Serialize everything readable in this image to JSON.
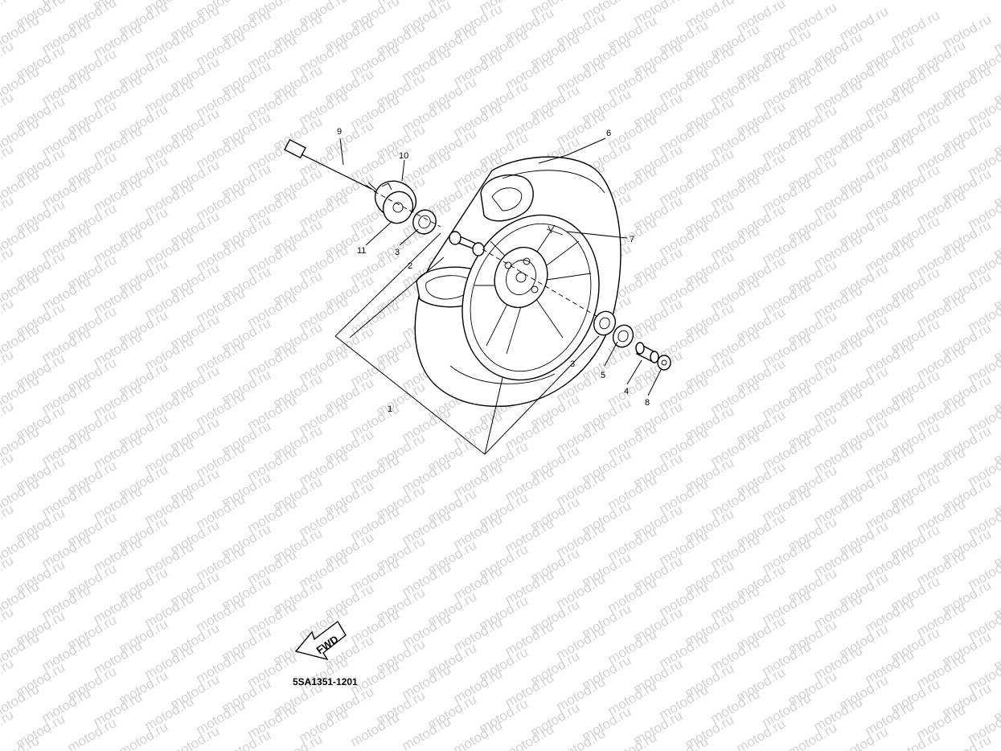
{
  "diagram": {
    "watermark": "motod.ru",
    "code": "5SA1351-1201",
    "fwd_label": "FWD",
    "callouts": [
      {
        "id": "c9",
        "text": "9"
      },
      {
        "id": "c10",
        "text": "10"
      },
      {
        "id": "c6",
        "text": "6"
      },
      {
        "id": "c7",
        "text": "7"
      },
      {
        "id": "c11",
        "text": "11"
      },
      {
        "id": "c3a",
        "text": "3"
      },
      {
        "id": "c2",
        "text": "2"
      },
      {
        "id": "c1",
        "text": "1"
      },
      {
        "id": "c3b",
        "text": "3"
      },
      {
        "id": "c5",
        "text": "5"
      },
      {
        "id": "c4",
        "text": "4"
      },
      {
        "id": "c8",
        "text": "8"
      }
    ]
  }
}
